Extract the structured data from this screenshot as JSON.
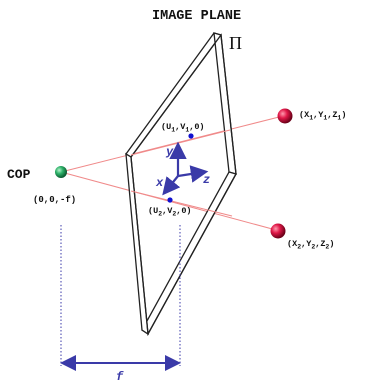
{
  "title": "IMAGE PLANE",
  "plane_symbol": "Π",
  "cop": {
    "label": "COP",
    "coords": "(0,0,-f)"
  },
  "image_points": [
    {
      "label_base": "(U",
      "sub1": "1",
      "mid1": ",V",
      "sub2": "1",
      "end": ",0)"
    },
    {
      "label_base": "(U",
      "sub1": "2",
      "mid1": ",V",
      "sub2": "2",
      "end": ",0)"
    }
  ],
  "world_points": [
    {
      "label_base": "(X",
      "sub1": "1",
      "mid1": ",Y",
      "sub2": "1",
      "mid2": ",Z",
      "sub3": "1",
      "end": ")"
    },
    {
      "label_base": "(X",
      "sub1": "2",
      "mid1": ",Y",
      "sub2": "2",
      "mid2": ",Z",
      "sub3": "2",
      "end": ")"
    }
  ],
  "axes": {
    "x": "x",
    "y": "y",
    "z": "z"
  },
  "focal_length": "f",
  "colors": {
    "ray": "#f08a8a",
    "axis": "#3a3aa8",
    "frame": "#222222",
    "cop_sphere": "#1f9a55",
    "world_sphere": "#d0103a",
    "image_dot": "#1010d0"
  }
}
